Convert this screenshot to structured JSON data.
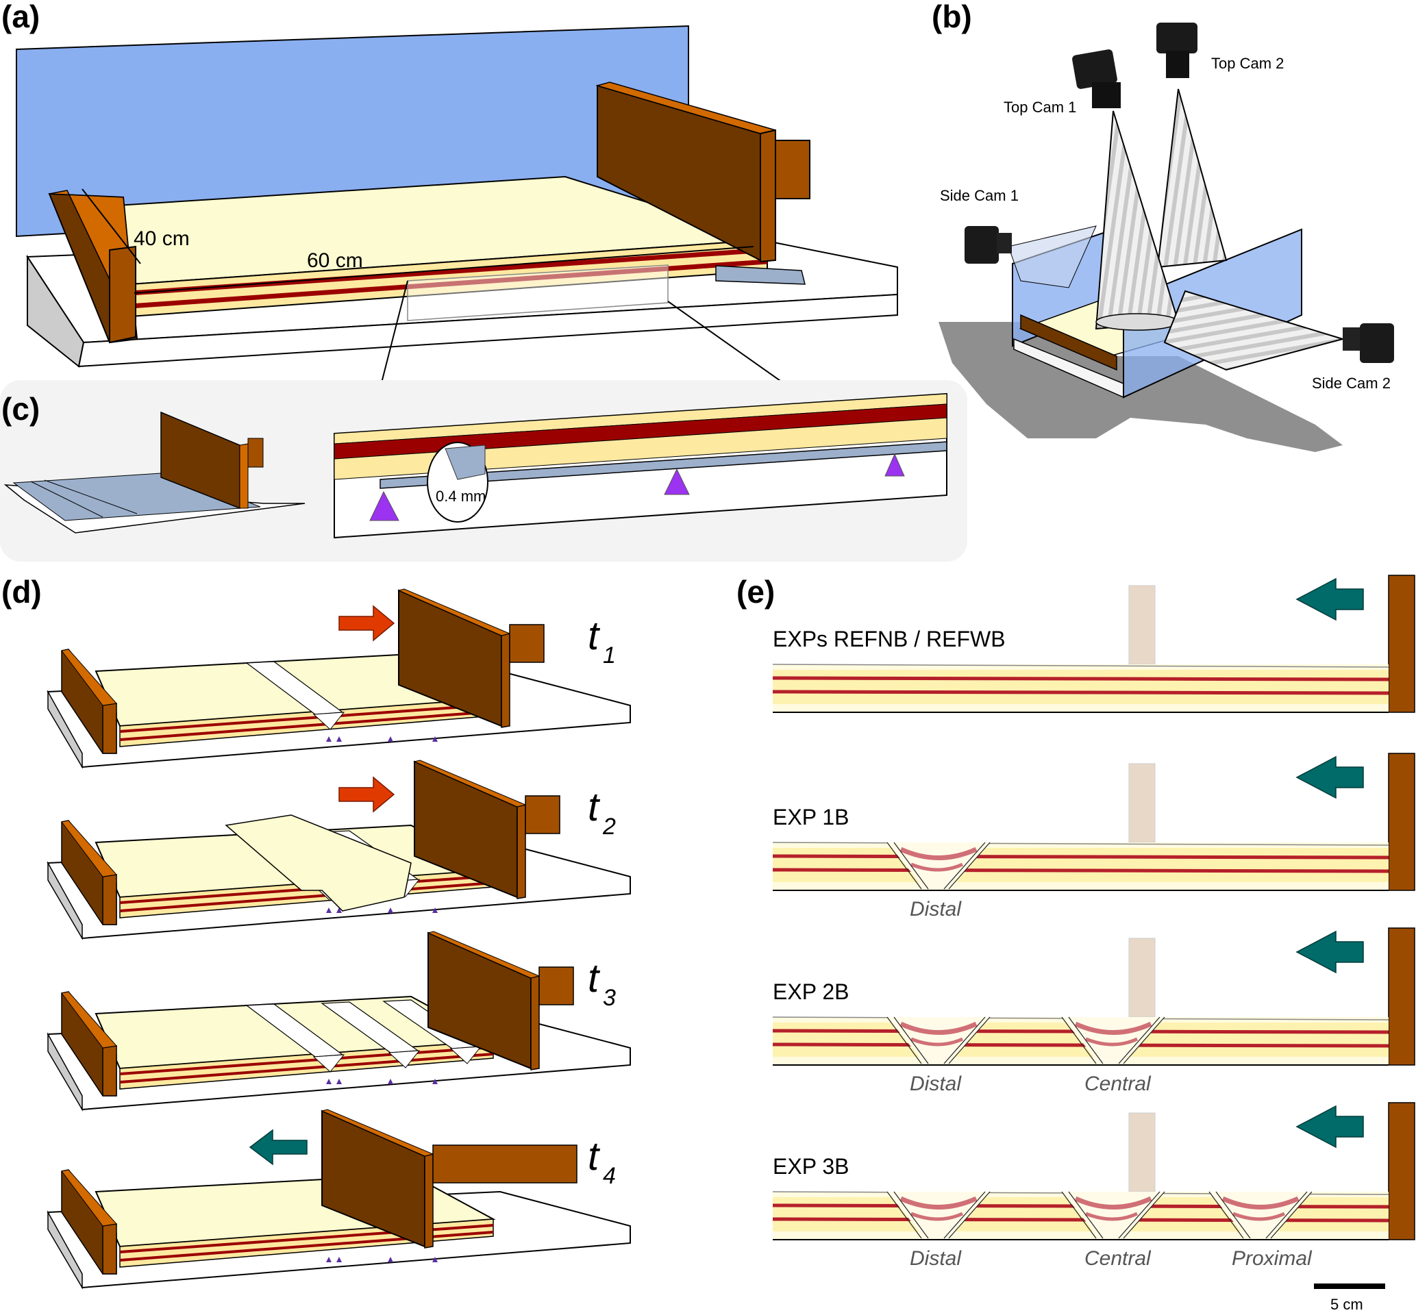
{
  "figure": {
    "panels": {
      "a": {
        "label": "(a)",
        "dimension_width": "40 cm",
        "dimension_length": "60 cm"
      },
      "b": {
        "label": "(b)",
        "cameras": [
          "Top Cam 1",
          "Top Cam 2",
          "Side Cam 1",
          "Side Cam 2"
        ]
      },
      "c": {
        "label": "(c)",
        "plate_thickness": "0.4 mm"
      },
      "d": {
        "label": "(d)",
        "stages": [
          {
            "t": "t",
            "sub": "1",
            "arrow": "push"
          },
          {
            "t": "t",
            "sub": "2",
            "arrow": "push"
          },
          {
            "t": "t",
            "sub": "3",
            "arrow": "none"
          },
          {
            "t": "t",
            "sub": "4",
            "arrow": "pull"
          }
        ]
      },
      "e": {
        "label": "(e)",
        "experiments": [
          {
            "name": "EXPs REFNB / REFWB",
            "basins": []
          },
          {
            "name": "EXP 1B",
            "basins": [
              "Distal"
            ]
          },
          {
            "name": "EXP 2B",
            "basins": [
              "Distal",
              "Central"
            ]
          },
          {
            "name": "EXP 3B",
            "basins": [
              "Distal",
              "Central",
              "Proximal"
            ]
          }
        ],
        "scale_bar": "5 cm"
      }
    },
    "colors": {
      "backwall_blue": "#8aaff0",
      "sand_light": "#fdfbd1",
      "sand_mid": "#fde9a0",
      "marker_red": "#9b0000",
      "wood_dark": "#6e3700",
      "wood_light": "#d26a00",
      "wood_mid": "#a25000",
      "plate_blue": "#9cb0cc",
      "support_purple": "#9b33f0",
      "push_arrow": "#e03a00",
      "pull_arrow": "#006b68",
      "shadow": "#8f8f8f",
      "panel_c_bg": "#f3f3f3"
    }
  }
}
